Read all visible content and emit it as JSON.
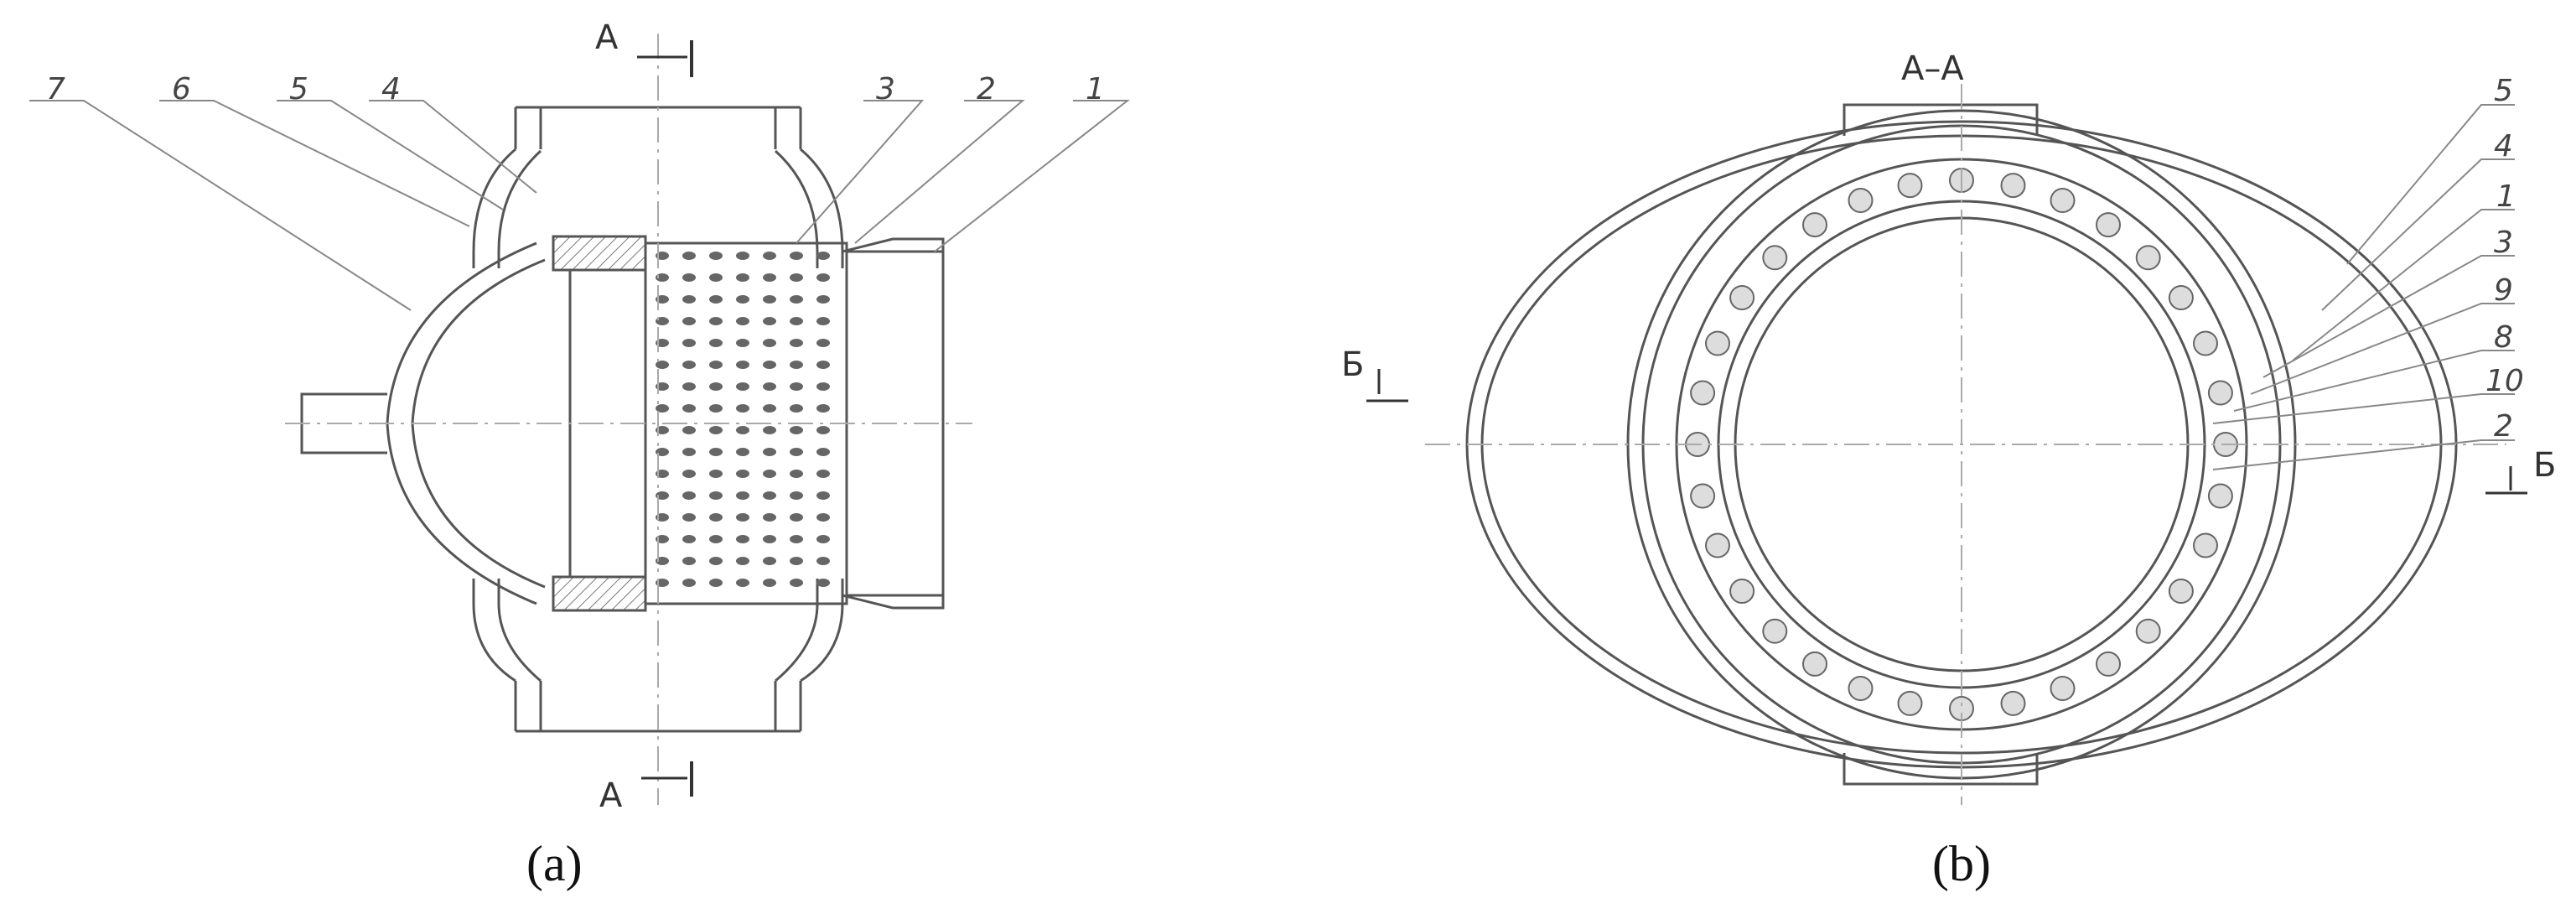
{
  "figure_a": {
    "callouts": [
      "7",
      "6",
      "5",
      "4",
      "3",
      "2",
      "1"
    ],
    "section_top": "A",
    "section_bottom": "A",
    "caption": "(a)"
  },
  "figure_b": {
    "title": "A–A",
    "callouts": [
      "5",
      "4",
      "1",
      "3",
      "9",
      "8",
      "10",
      "2"
    ],
    "section_left": "Б",
    "section_right": "Б",
    "caption": "(b)"
  }
}
